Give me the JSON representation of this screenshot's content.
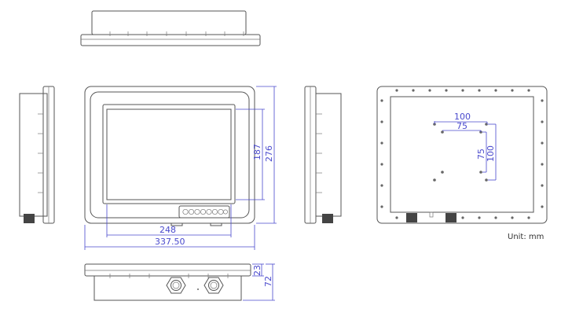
{
  "dimensions": {
    "front_width_screen": "248",
    "front_width_total": "337.50",
    "front_height_screen": "187",
    "front_height_total": "276",
    "bottom_depth_small": "23",
    "bottom_depth_total": "72",
    "back_mount_h_outer": "100",
    "back_mount_h_inner": "75",
    "back_mount_v_inner": "75",
    "back_mount_v_outer": "100"
  },
  "unit_label": "Unit: mm",
  "colors": {
    "dimension": "#4a4acd",
    "outline": "#555555"
  }
}
